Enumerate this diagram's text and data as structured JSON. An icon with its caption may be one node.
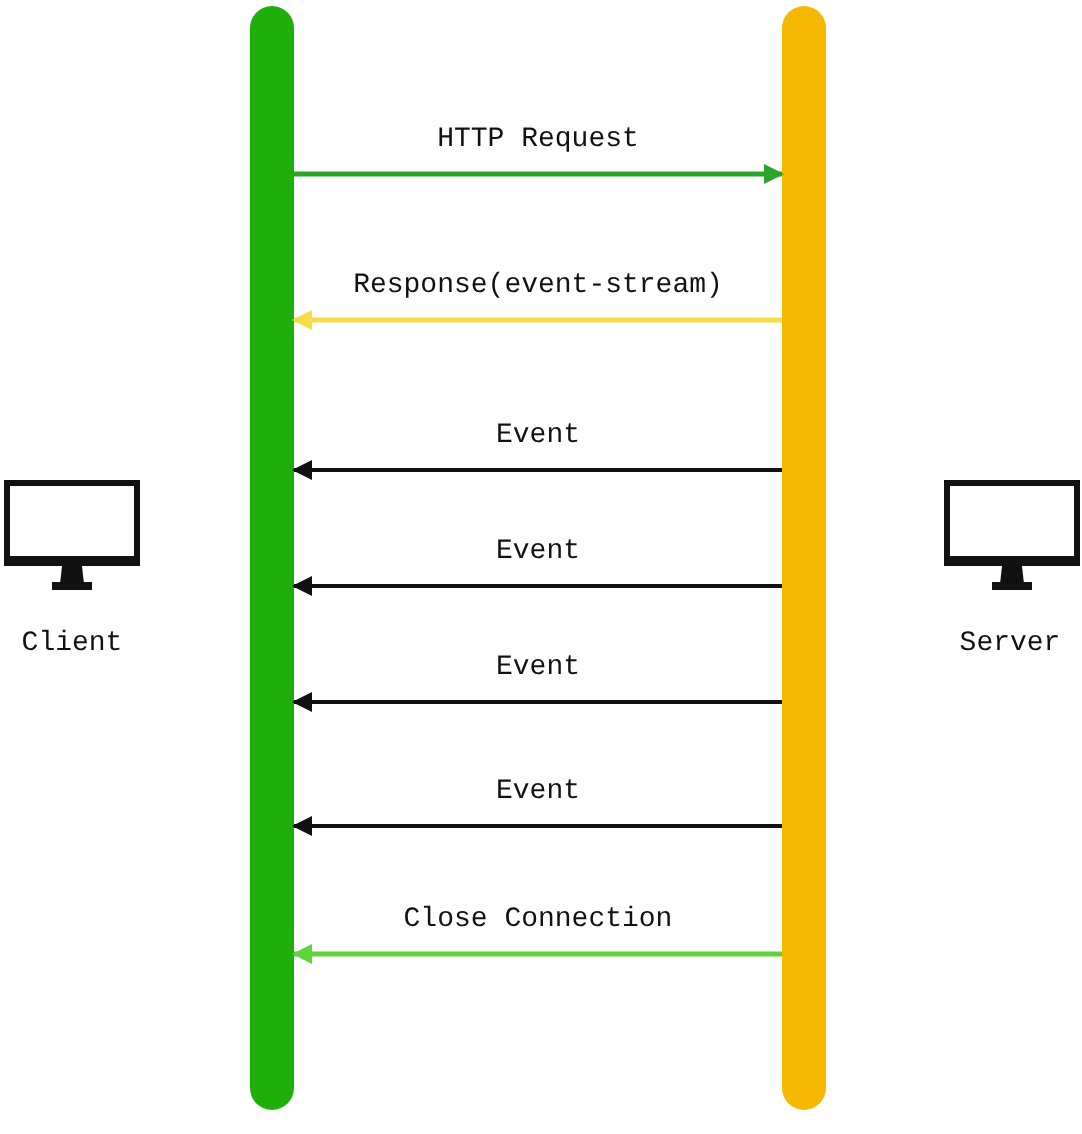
{
  "diagram": {
    "nodes": [
      {
        "text": [],
        "shape": "bar"
      },
      {
        "text": [],
        "shape": "bar"
      }
    ],
    "edges": [
      {
        "from": 0,
        "to": 1,
        "arrow": "to",
        "label": "HTTP Request",
        "color": "#2aa52a"
      },
      {
        "from": 1,
        "to": 0,
        "arrow": "to",
        "label": "Response(event-stream)",
        "color": "#f7dc4a"
      },
      {
        "from": 1,
        "to": 0,
        "arrow": "to",
        "label": "Event"
      },
      {
        "from": 1,
        "to": 0,
        "arrow": "to",
        "label": "Event"
      },
      {
        "from": 1,
        "to": 0,
        "arrow": "to",
        "label": "Event"
      },
      {
        "from": 1,
        "to": 0,
        "arrow": "to",
        "label": "Event"
      },
      {
        "from": 1,
        "to": 0,
        "arrow": "to",
        "label": "Close Connection",
        "color": "#5fd43a"
      }
    ],
    "labels": [
      "Client",
      "Server"
    ]
  }
}
